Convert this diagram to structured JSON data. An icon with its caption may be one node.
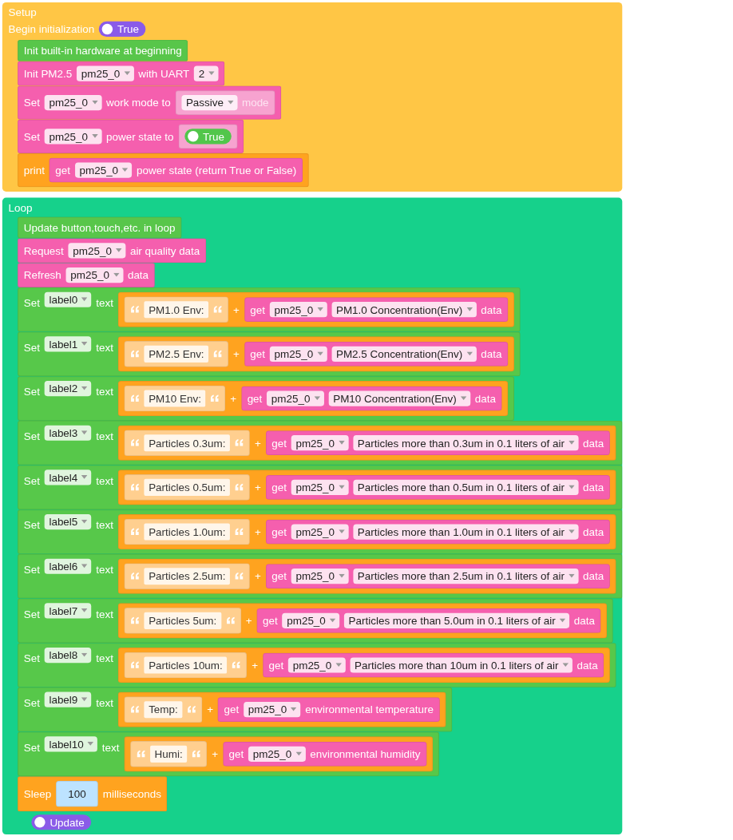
{
  "diagram": {
    "nodes": [
      {
        "text": [
          "Setup",
          "Begin initialization",
          "True"
        ]
      },
      {
        "text": [
          "Init built-in hardware at beginning"
        ],
        "in": 0
      },
      {
        "text": [
          "Init PM2.5",
          "pm25_0",
          "with UART",
          "2"
        ],
        "in": 0
      },
      {
        "text": [
          "Set",
          "pm25_0",
          "work mode to"
        ],
        "in": 0
      },
      {
        "text": [
          "Passive",
          "mode"
        ],
        "in": 3
      },
      {
        "text": [
          "Set",
          "pm25_0",
          "power state to"
        ],
        "in": 0
      },
      {
        "text": [
          "True"
        ],
        "in": 5
      },
      {
        "text": [
          "print"
        ],
        "in": 0
      },
      {
        "text": [
          "get",
          "pm25_0",
          "power state (return True or False)"
        ],
        "in": 7
      },
      {
        "text": [
          "Loop",
          "Update"
        ]
      },
      {
        "text": [
          "Update button,touch,etc. in loop"
        ],
        "in": 9
      },
      {
        "text": [
          "Request",
          "pm25_0",
          "air quality data"
        ],
        "in": 9
      },
      {
        "text": [
          "Refresh",
          "pm25_0",
          "data"
        ],
        "in": 9
      },
      {
        "text": [
          "Set",
          "label0",
          "text"
        ],
        "in": 9
      },
      {
        "text": [
          "+"
        ],
        "in": 13
      },
      {
        "text": [
          "PM1.0 Env:"
        ],
        "in": 14
      },
      {
        "text": [
          "get",
          "pm25_0",
          "PM1.0 Concentration(Env)",
          "data"
        ],
        "in": 14
      },
      {
        "text": [
          "Set",
          "label1",
          "text"
        ],
        "in": 9
      },
      {
        "text": [
          "+"
        ],
        "in": 17
      },
      {
        "text": [
          "PM2.5 Env:"
        ],
        "in": 18
      },
      {
        "text": [
          "get",
          "pm25_0",
          "PM2.5 Concentration(Env)",
          "data"
        ],
        "in": 18
      },
      {
        "text": [
          "Set",
          "label2",
          "text"
        ],
        "in": 9
      },
      {
        "text": [
          "+"
        ],
        "in": 21
      },
      {
        "text": [
          "PM10 Env:"
        ],
        "in": 22
      },
      {
        "text": [
          "get",
          "pm25_0",
          "PM10 Concentration(Env)",
          "data"
        ],
        "in": 22
      },
      {
        "text": [
          "Set",
          "label3",
          "text"
        ],
        "in": 9
      },
      {
        "text": [
          "+"
        ],
        "in": 25
      },
      {
        "text": [
          "Particles 0.3um:"
        ],
        "in": 26
      },
      {
        "text": [
          "get",
          "pm25_0",
          "Particles more than 0.3um in 0.1 liters of air",
          "data"
        ],
        "in": 26
      },
      {
        "text": [
          "Set",
          "label4",
          "text"
        ],
        "in": 9
      },
      {
        "text": [
          "+"
        ],
        "in": 29
      },
      {
        "text": [
          "Particles 0.5um:"
        ],
        "in": 30
      },
      {
        "text": [
          "get",
          "pm25_0",
          "Particles more than 0.5um in 0.1 liters of air",
          "data"
        ],
        "in": 30
      },
      {
        "text": [
          "Set",
          "label5",
          "text"
        ],
        "in": 9
      },
      {
        "text": [
          "+"
        ],
        "in": 33
      },
      {
        "text": [
          "Particles 1.0um:"
        ],
        "in": 34
      },
      {
        "text": [
          "get",
          "pm25_0",
          "Particles more than 1.0um in 0.1 liters of air",
          "data"
        ],
        "in": 34
      },
      {
        "text": [
          "Set",
          "label6",
          "text"
        ],
        "in": 9
      },
      {
        "text": [
          "+"
        ],
        "in": 37
      },
      {
        "text": [
          "Particles 2.5um:"
        ],
        "in": 38
      },
      {
        "text": [
          "get",
          "pm25_0",
          "Particles more than 2.5um in 0.1 liters of air",
          "data"
        ],
        "in": 38
      },
      {
        "text": [
          "Set",
          "label7",
          "text"
        ],
        "in": 9
      },
      {
        "text": [
          "+"
        ],
        "in": 41
      },
      {
        "text": [
          "Particles 5um:"
        ],
        "in": 42
      },
      {
        "text": [
          "get",
          "pm25_0",
          "Particles more than 5.0um in 0.1 liters of air",
          "data"
        ],
        "in": 42
      },
      {
        "text": [
          "Set",
          "label8",
          "text"
        ],
        "in": 9
      },
      {
        "text": [
          "+"
        ],
        "in": 45
      },
      {
        "text": [
          "Particles 10um:"
        ],
        "in": 46
      },
      {
        "text": [
          "get",
          "pm25_0",
          "Particles more than 10um in 0.1 liters of air",
          "data"
        ],
        "in": 46
      },
      {
        "text": [
          "Set",
          "label9",
          "text"
        ],
        "in": 9
      },
      {
        "text": [
          "+"
        ],
        "in": 49
      },
      {
        "text": [
          "Temp:"
        ],
        "in": 50
      },
      {
        "text": [
          "get",
          "pm25_0",
          "environmental temperature"
        ],
        "in": 50
      },
      {
        "text": [
          "Set",
          "label10",
          "text"
        ],
        "in": 9
      },
      {
        "text": [
          "+"
        ],
        "in": 53
      },
      {
        "text": [
          "Humi:"
        ],
        "in": 54
      },
      {
        "text": [
          "get",
          "pm25_0",
          "environmental humidity"
        ],
        "in": 54
      },
      {
        "text": [
          "Sleep",
          "milliseconds"
        ],
        "in": 9
      },
      {
        "text": [
          "100"
        ],
        "in": 57
      }
    ]
  }
}
